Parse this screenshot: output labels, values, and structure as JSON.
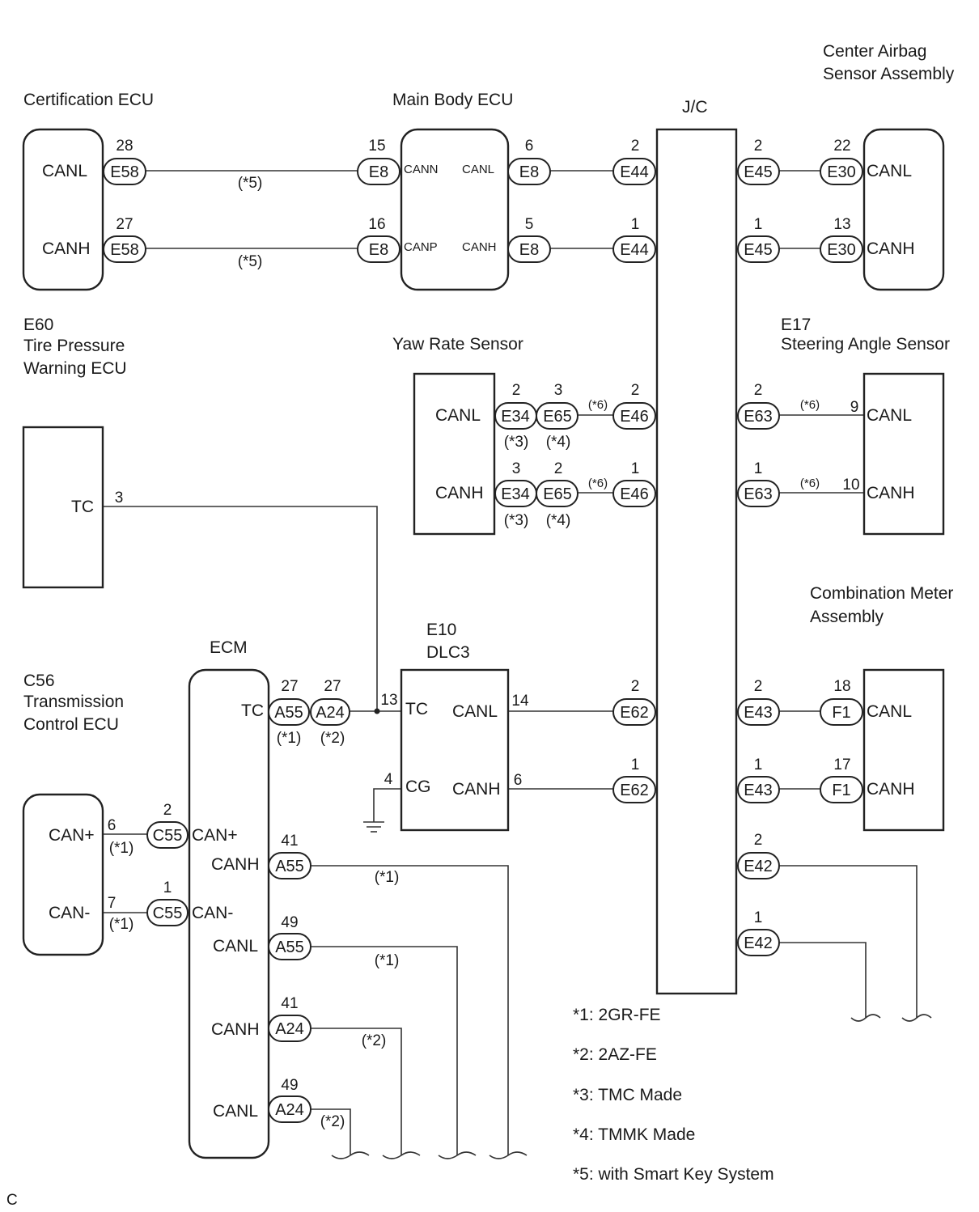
{
  "components": {
    "cert_ecu": {
      "title": "Certification ECU",
      "pin_canl": "CANL",
      "pin_canh": "CANH"
    },
    "main_body_ecu": {
      "title": "Main Body ECU",
      "cann": "CANN",
      "canp": "CANP",
      "canl": "CANL",
      "canh": "CANH"
    },
    "jc": {
      "title": "J/C"
    },
    "center_airbag": {
      "title1": "Center Airbag",
      "title2": "Sensor Assembly",
      "canl": "CANL",
      "canh": "CANH"
    },
    "tire_pressure": {
      "code": "E60",
      "title1": "Tire Pressure",
      "title2": "Warning ECU",
      "tc": "TC"
    },
    "yaw_rate": {
      "title": "Yaw Rate Sensor",
      "canl": "CANL",
      "canh": "CANH"
    },
    "steering_angle": {
      "code": "E17",
      "title": "Steering Angle Sensor",
      "canl": "CANL",
      "canh": "CANH"
    },
    "combination_meter": {
      "title1": "Combination Meter",
      "title2": "Assembly",
      "canl": "CANL",
      "canh": "CANH"
    },
    "dlc3": {
      "code": "E10",
      "title": "DLC3",
      "tc": "TC",
      "cg": "CG",
      "canl": "CANL",
      "canh": "CANH"
    },
    "ecm": {
      "title": "ECM",
      "tc": "TC",
      "canp": "CAN+",
      "canh1": "CANH",
      "cann": "CAN-",
      "canl1": "CANL",
      "canh2": "CANH",
      "canl2": "CANL"
    },
    "tcu": {
      "code": "C56",
      "title1": "Transmission",
      "title2": "Control ECU",
      "canp": "CAN+",
      "cann": "CAN-"
    }
  },
  "connectors": {
    "e58": "E58",
    "e8": "E8",
    "e44": "E44",
    "e45": "E45",
    "e30": "E30",
    "e34": "E34",
    "e65": "E65",
    "e46": "E46",
    "e63": "E63",
    "a55": "A55",
    "a24": "A24",
    "e62": "E62",
    "e43": "E43",
    "f1": "F1",
    "c55": "C55",
    "e42": "E42"
  },
  "pins": {
    "p28": "28",
    "p27": "27",
    "p15": "15",
    "p16": "16",
    "p6": "6",
    "p5": "5",
    "p2": "2",
    "p1": "1",
    "p22": "22",
    "p13": "13",
    "p3": "3",
    "p9": "9",
    "p10": "10",
    "p14": "14",
    "p4": "4",
    "p18": "18",
    "p17": "17",
    "p7": "7",
    "p41": "41",
    "p49": "49"
  },
  "notes": {
    "n1": "(*1)",
    "n2": "(*2)",
    "n3": "(*3)",
    "n4": "(*4)",
    "n5": "(*5)",
    "n6": "(*6)"
  },
  "legend": [
    "*1: 2GR-FE",
    "*2: 2AZ-FE",
    "*3: TMC Made",
    "*4: TMMK Made",
    "*5: with Smart Key System"
  ],
  "footer": "C"
}
